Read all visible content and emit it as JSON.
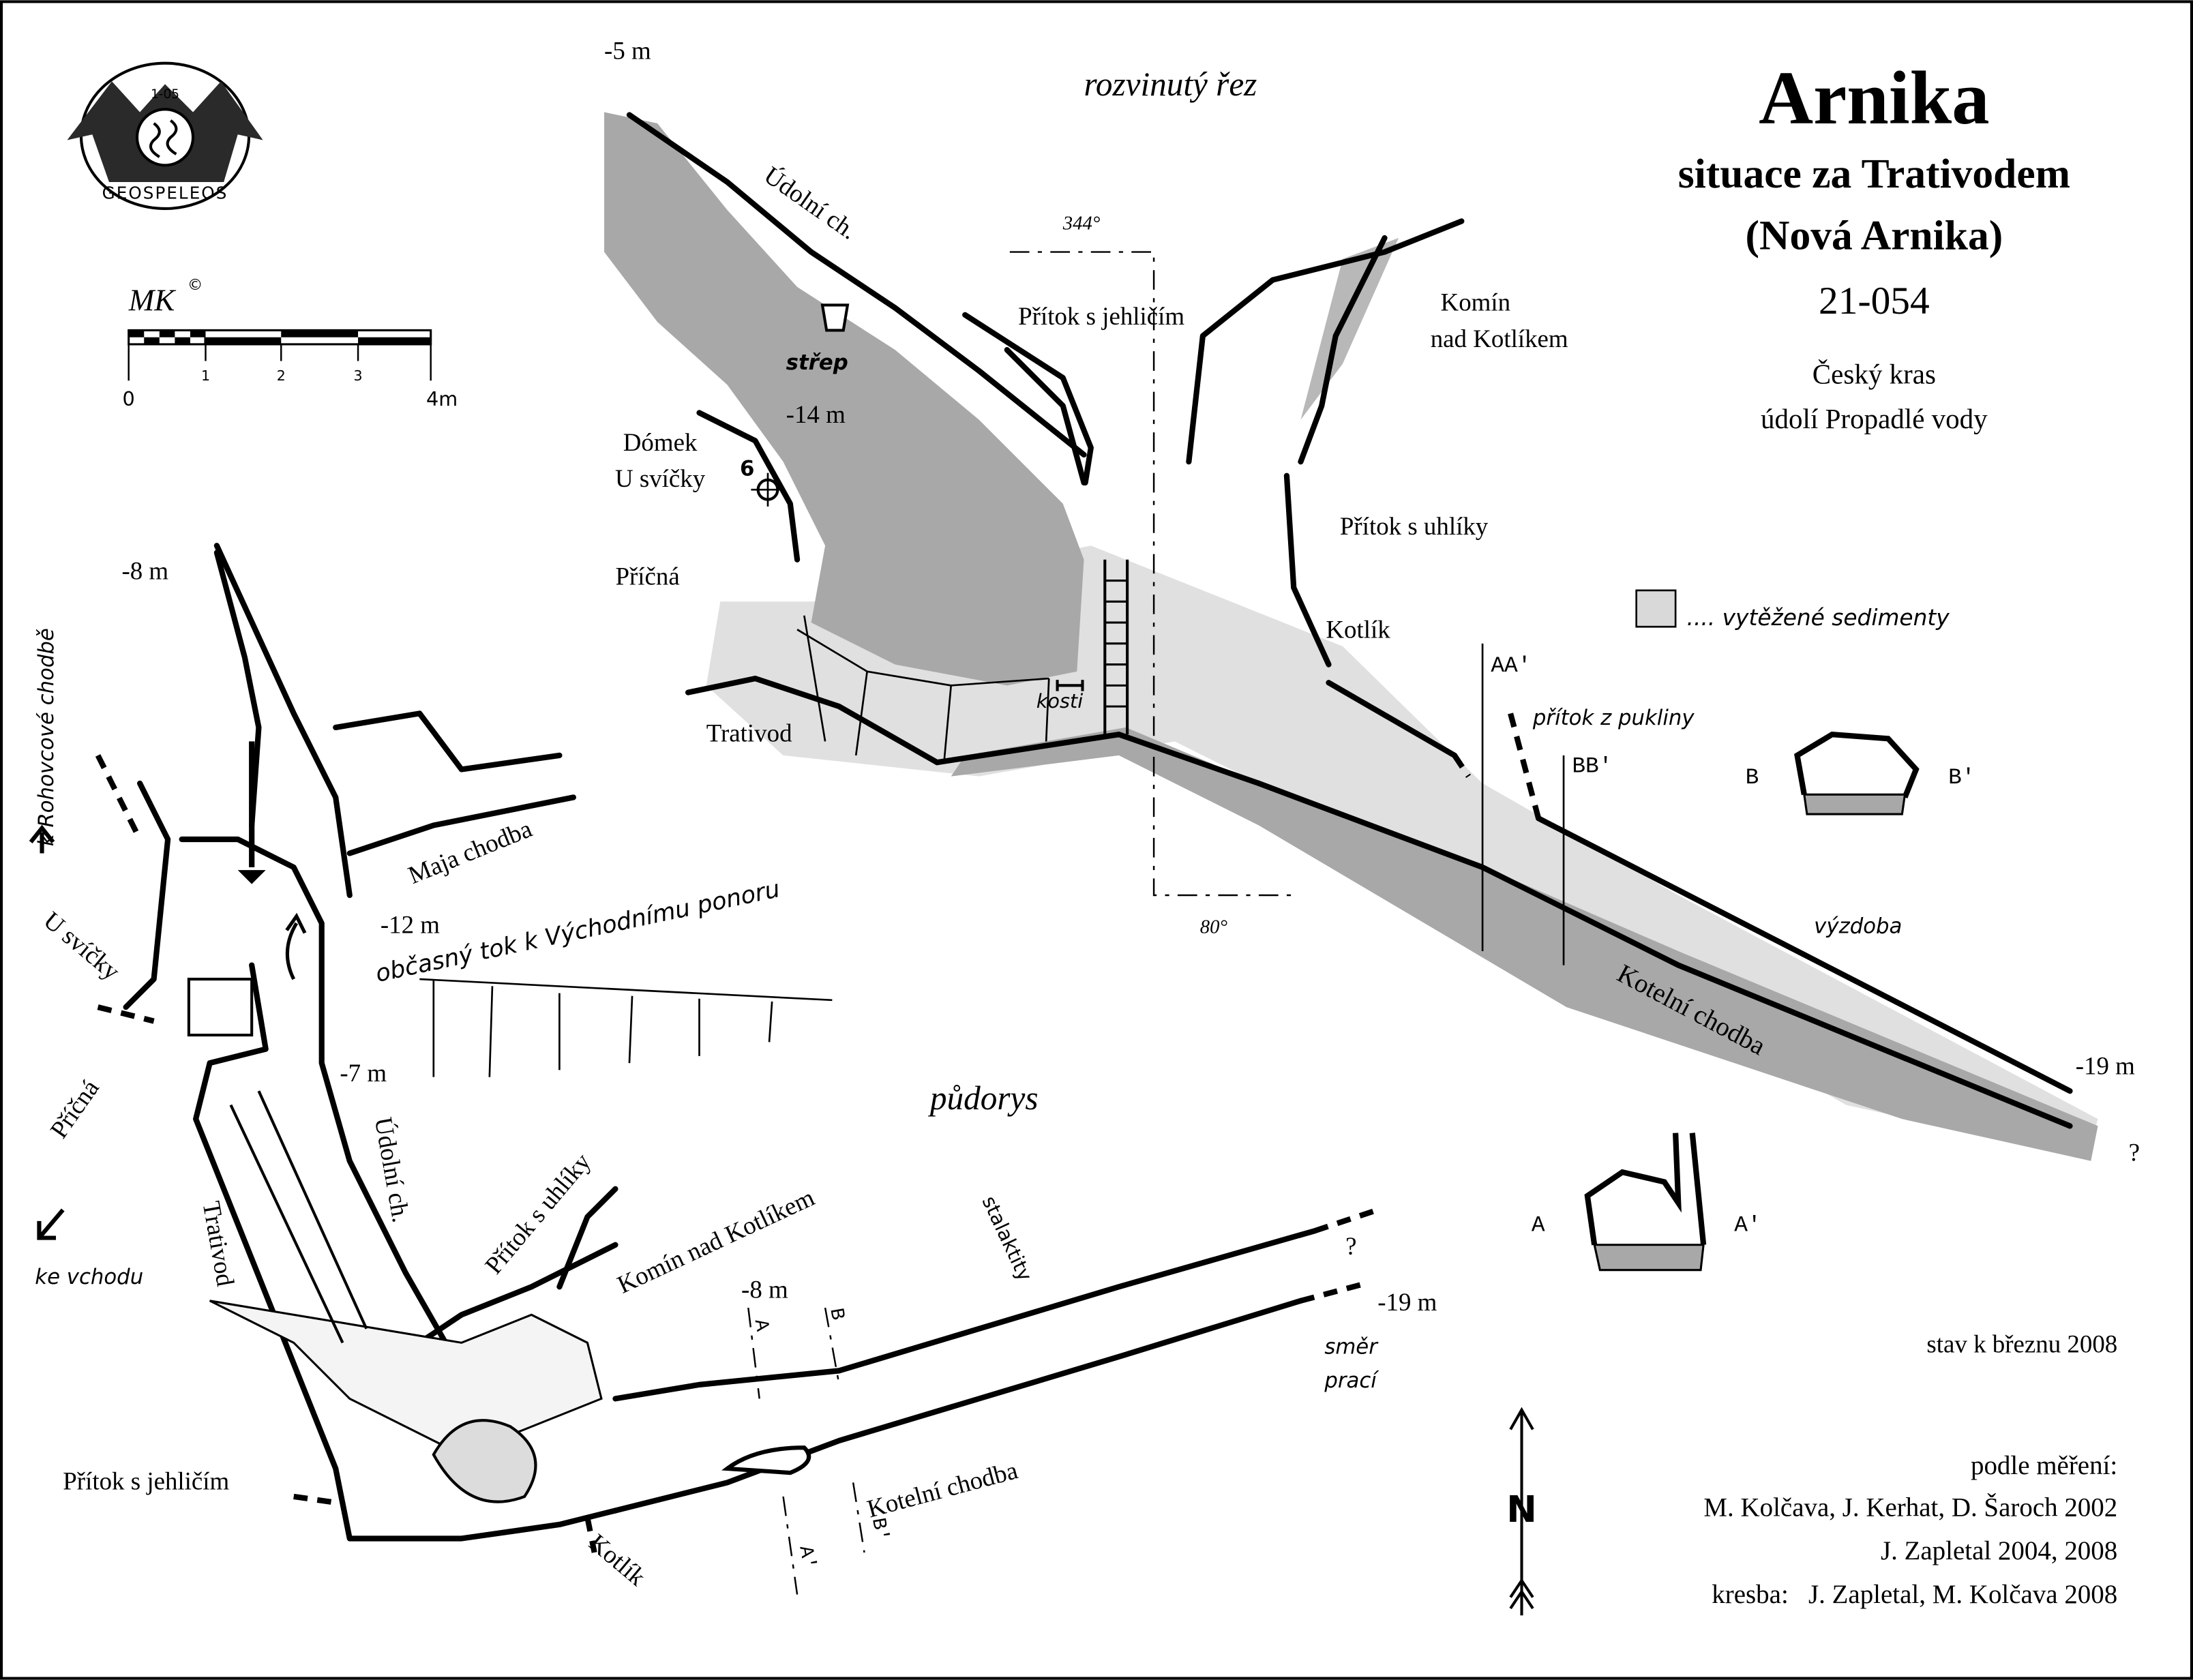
{
  "title": {
    "name": "Arnika",
    "subtitle": "situace za Trativodem",
    "subtitle2": "(Nová Arnika)",
    "cave_number": "21-054",
    "region": "Český kras",
    "valley": "údolí Propadlé vody"
  },
  "logo": {
    "text": "GEOSPELEOS",
    "number": "1-05"
  },
  "signature": {
    "initials": "MK",
    "copyright": "©"
  },
  "scale_bar": {
    "ticks": [
      "0",
      "1",
      "2",
      "3",
      "4m"
    ]
  },
  "legend": {
    "sediments": ".... vytěžené sedimenty",
    "sediments_color": "#d9d9d9"
  },
  "elevation": {
    "heading": "rozvinutý řez",
    "labels": {
      "depth_top": "-5 m",
      "udolni": "Údolní ch.",
      "pritok_jehlicim": "Přítok s jehličím",
      "azimuth_1": "344°",
      "azimuth_2": "80°",
      "komin_1": "Komín",
      "komin_2": "nad Kotlíkem",
      "strep": "střep",
      "depth_14": "-14 m",
      "domek_1": "Dómek",
      "domek_2": "U svíčky",
      "station": "6",
      "pritok_uhliky": "Přítok s uhlíky",
      "pricna": "Příčná",
      "kotlik": "Kotlík",
      "kosti": "kosti",
      "pritok_pukliny": "přítok z pukliny",
      "trativod": "Trativod",
      "aa": "AA'",
      "bb": "BB'",
      "vyzdoba": "výzdoba",
      "kotelni": "Kotelní chodba",
      "depth_19": "-19 m",
      "question": "?"
    },
    "cross_sections": {
      "b": "B",
      "b_prime": "B'",
      "a": "A",
      "a_prime": "A'"
    }
  },
  "plan": {
    "heading": "půdorys",
    "labels": {
      "depth_8_top": "-8 m",
      "rohovcove": "k Rohovcové chodbě",
      "maja": "Maja chodba",
      "depth_12": "-12 m",
      "obcasny_tok": "občasný tok k Východnímu ponoru",
      "u_svicky": "U svíčky",
      "pricna": "Příčná",
      "depth_7": "-7 m",
      "udolni": "Údolní ch.",
      "pritok_uhliky": "Přítok s uhlíky",
      "komin": "Komín nad Kotlíkem",
      "trativod": "Trativod",
      "stalaktity": "stalaktity",
      "depth_8": "-8 m",
      "question": "?",
      "depth_19": "-19 m",
      "smer_1": "směr",
      "smer_2": "prací",
      "ke_vchodu": "ke vchodu",
      "kotelni": "Kotelní chodba",
      "pritok_jehlicim": "Přítok s jehličím",
      "kotlik": "Kotlík",
      "sec_a": "A",
      "sec_a_prime": "A'",
      "sec_b": "B",
      "sec_b_prime": "B'"
    }
  },
  "north": "N",
  "status": "stav k březnu 2008",
  "credits": {
    "survey_heading": "podle měření:",
    "survey_1": "M. Kolčava, J. Kerhat, D. Šaroch 2002",
    "survey_2": "J. Zapletal 2004, 2008",
    "drawing": "kresba:   J. Zapletal, M. Kolčava 2008"
  }
}
